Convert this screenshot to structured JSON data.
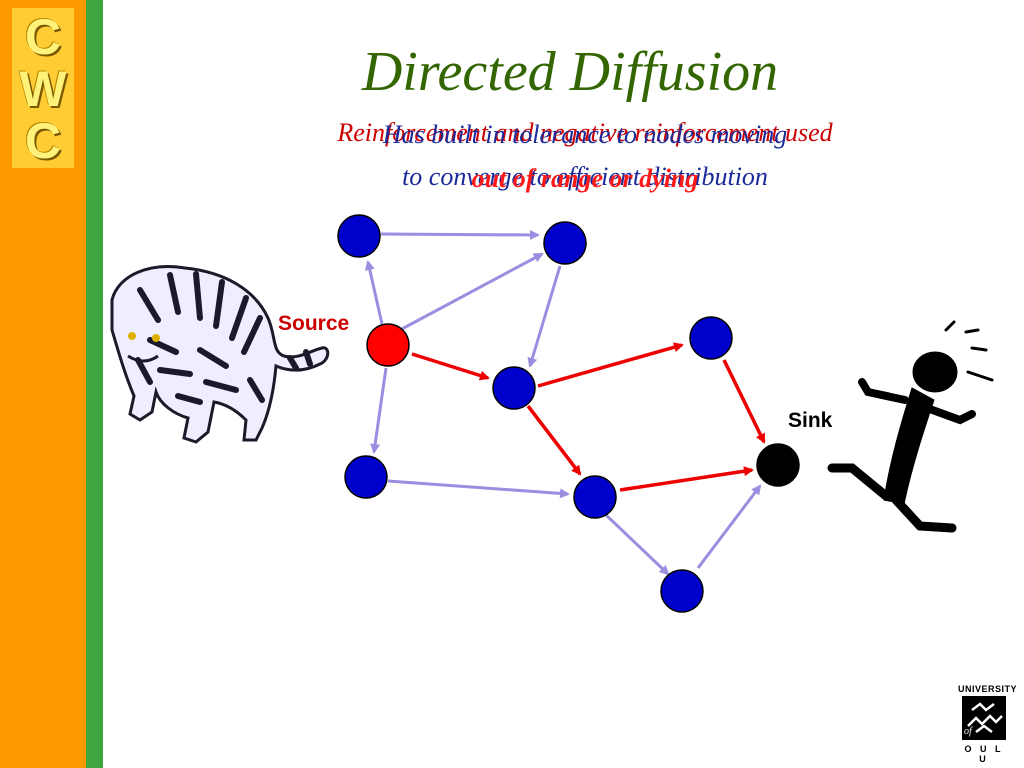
{
  "logo": {
    "letters": [
      "C",
      "W",
      "C"
    ]
  },
  "title": "Directed Diffusion",
  "subtitles": {
    "line_a": "Reinforcement and negative reinforcement used",
    "line_b": "to converge to efficient distribution",
    "line_c": "Has built in tolerance to nodes moving",
    "line_d": "out of range or dying"
  },
  "labels": {
    "source": "Source",
    "sink": "Sink"
  },
  "university": {
    "line1": "UNIVERSITY",
    "of": "of",
    "line2": "O U L U"
  },
  "colors": {
    "node_blue": "#0000cc",
    "source_red": "#ff0000",
    "sink_black": "#000000",
    "arrow_red": "#ee0000",
    "arrow_lavender": "#9b8de0",
    "title_green": "#336600"
  }
}
